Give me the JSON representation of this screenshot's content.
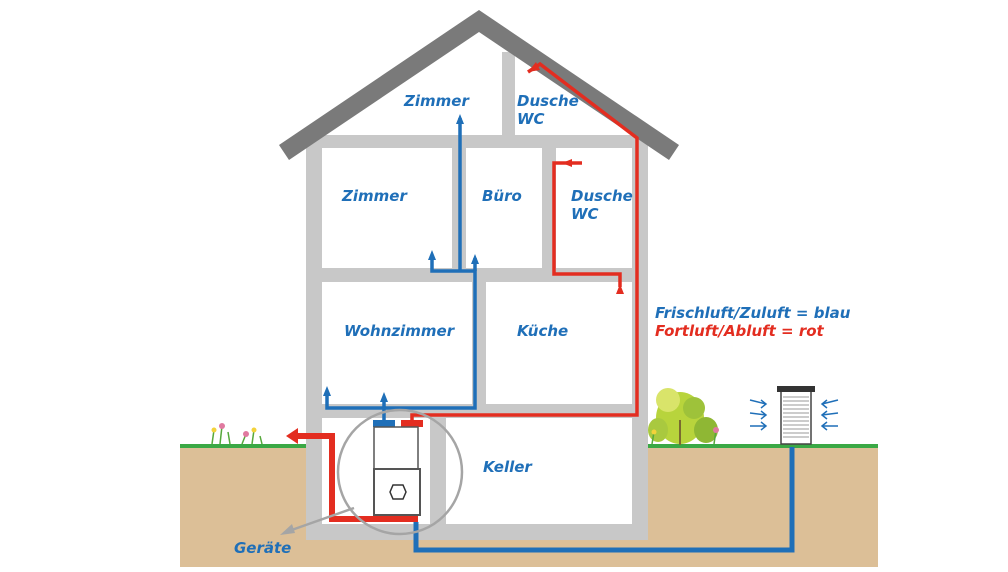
{
  "colors": {
    "fresh_air": "#1f6fb8",
    "exhaust_air": "#e32d20",
    "wall": "#c8c8c8",
    "roof": "#7a7a7a",
    "soil": "#dcbf97",
    "grass": "#3aa845",
    "label": "#1f6fb8"
  },
  "rooms": {
    "attic_left": "Zimmer",
    "attic_right_line1": "Dusche",
    "attic_right_line2": "WC",
    "upper_left": "Zimmer",
    "upper_middle": "Büro",
    "upper_right_line1": "Dusche",
    "upper_right_line2": "WC",
    "ground_left": "Wohnzimmer",
    "ground_right": "Küche",
    "basement": "Keller"
  },
  "legend": {
    "fresh": "Frischluft/Zuluft = blau",
    "exhaust": "Fortluft/Abluft = rot"
  },
  "device_label": "Geräte",
  "icons": [
    "ventilation-unit-icon",
    "outdoor-air-intake-icon",
    "bush-icon",
    "flower-icon"
  ]
}
